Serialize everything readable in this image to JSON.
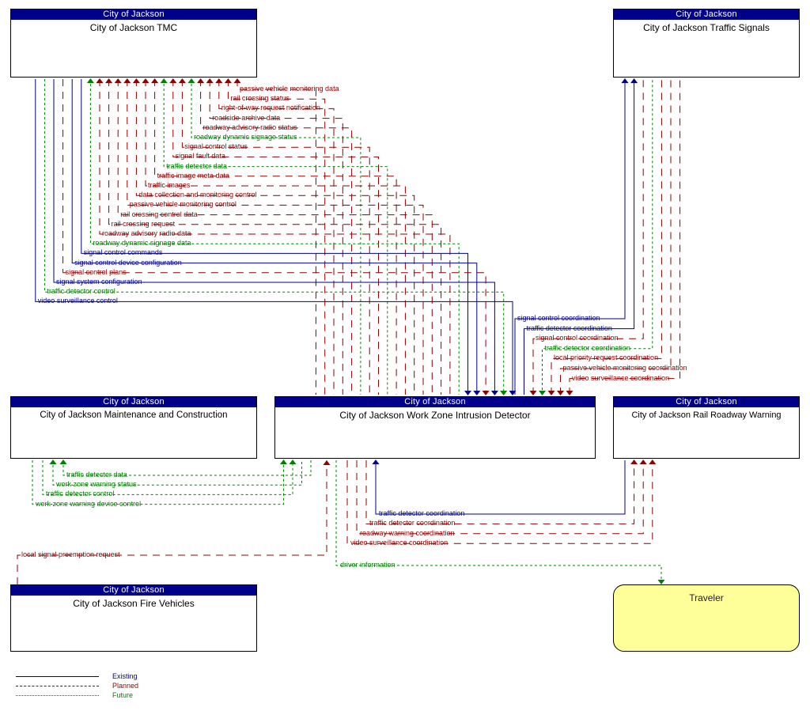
{
  "diagram": {
    "title": "City of Jackson Work Zone Intrusion Detector architecture flow diagram",
    "colors": {
      "existing": "#00008b",
      "planned": "#8b0000",
      "future": "#008000",
      "header": "#00008b",
      "terminator_fill": "#ffff99"
    }
  },
  "nodes": [
    {
      "id": "tmc",
      "stakeholder": "City of Jackson",
      "name": "City of Jackson TMC"
    },
    {
      "id": "signals",
      "stakeholder": "City of Jackson",
      "name": "City of Jackson Traffic Signals"
    },
    {
      "id": "maint",
      "stakeholder": "City of Jackson",
      "name": "City of Jackson Maintenance and Construction"
    },
    {
      "id": "wzid",
      "stakeholder": "City of Jackson",
      "name": "City of Jackson Work Zone Intrusion Detector"
    },
    {
      "id": "rail",
      "stakeholder": "City of Jackson",
      "name": "City of Jackson Rail Roadway Warning"
    },
    {
      "id": "fire",
      "stakeholder": "City of Jackson",
      "name": "City of Jackson Fire Vehicles"
    }
  ],
  "terminators": [
    {
      "id": "traveler",
      "name": "Traveler"
    }
  ],
  "flows_tmc": [
    {
      "label": "passive vehicle monitoring data",
      "status": "planned"
    },
    {
      "label": "rail crossing status",
      "status": "planned"
    },
    {
      "label": "right-of-way request notification",
      "status": "planned"
    },
    {
      "label": "roadside archive data",
      "status": "planned"
    },
    {
      "label": "roadway advisory radio status",
      "status": "planned"
    },
    {
      "label": "roadway dynamic signage status",
      "status": "future"
    },
    {
      "label": "signal control status",
      "status": "planned"
    },
    {
      "label": "signal fault data",
      "status": "planned"
    },
    {
      "label": "traffic detector data",
      "status": "future"
    },
    {
      "label": "traffic image meta data",
      "status": "planned"
    },
    {
      "label": "traffic images",
      "status": "planned"
    },
    {
      "label": "data collection and monitoring control",
      "status": "planned"
    },
    {
      "label": "passive vehicle monitoring control",
      "status": "planned"
    },
    {
      "label": "rail crossing control data",
      "status": "planned"
    },
    {
      "label": "rail crossing request",
      "status": "planned"
    },
    {
      "label": "roadway advisory radio data",
      "status": "planned"
    },
    {
      "label": "roadway dynamic signage data",
      "status": "future"
    },
    {
      "label": "signal control commands",
      "status": "existing"
    },
    {
      "label": "signal control device configuration",
      "status": "existing"
    },
    {
      "label": "signal control plans",
      "status": "planned"
    },
    {
      "label": "signal system configuration",
      "status": "existing"
    },
    {
      "label": "traffic detector control",
      "status": "future"
    },
    {
      "label": "video surveillance control",
      "status": "existing"
    }
  ],
  "flows_signals": [
    {
      "label": "signal control coordination",
      "status": "existing"
    },
    {
      "label": "traffic detector coordination",
      "status": "existing"
    },
    {
      "label": "signal control coordination",
      "status": "planned"
    },
    {
      "label": "traffic detector coordination",
      "status": "future"
    },
    {
      "label": "local priority request coordination",
      "status": "planned"
    },
    {
      "label": "passive vehicle monitoring coordination",
      "status": "planned"
    },
    {
      "label": "video surveillance coordination",
      "status": "planned"
    }
  ],
  "flows_maint": [
    {
      "label": "traffic detector data",
      "status": "future"
    },
    {
      "label": "work zone warning status",
      "status": "future"
    },
    {
      "label": "traffic detector control",
      "status": "future"
    },
    {
      "label": "work zone warning device control",
      "status": "future"
    }
  ],
  "flows_rail": [
    {
      "label": "traffic detector coordination",
      "status": "existing"
    },
    {
      "label": "traffic detector coordination",
      "status": "planned"
    },
    {
      "label": "roadway warning coordination",
      "status": "planned"
    },
    {
      "label": "video surveillance coordination",
      "status": "planned"
    }
  ],
  "flows_fire": [
    {
      "label": "local signal preemption request",
      "status": "planned"
    }
  ],
  "flows_traveler": [
    {
      "label": "driver information",
      "status": "future"
    }
  ],
  "legend": [
    {
      "label": "Existing",
      "status": "existing"
    },
    {
      "label": "Planned",
      "status": "planned"
    },
    {
      "label": "Future",
      "status": "future"
    }
  ]
}
